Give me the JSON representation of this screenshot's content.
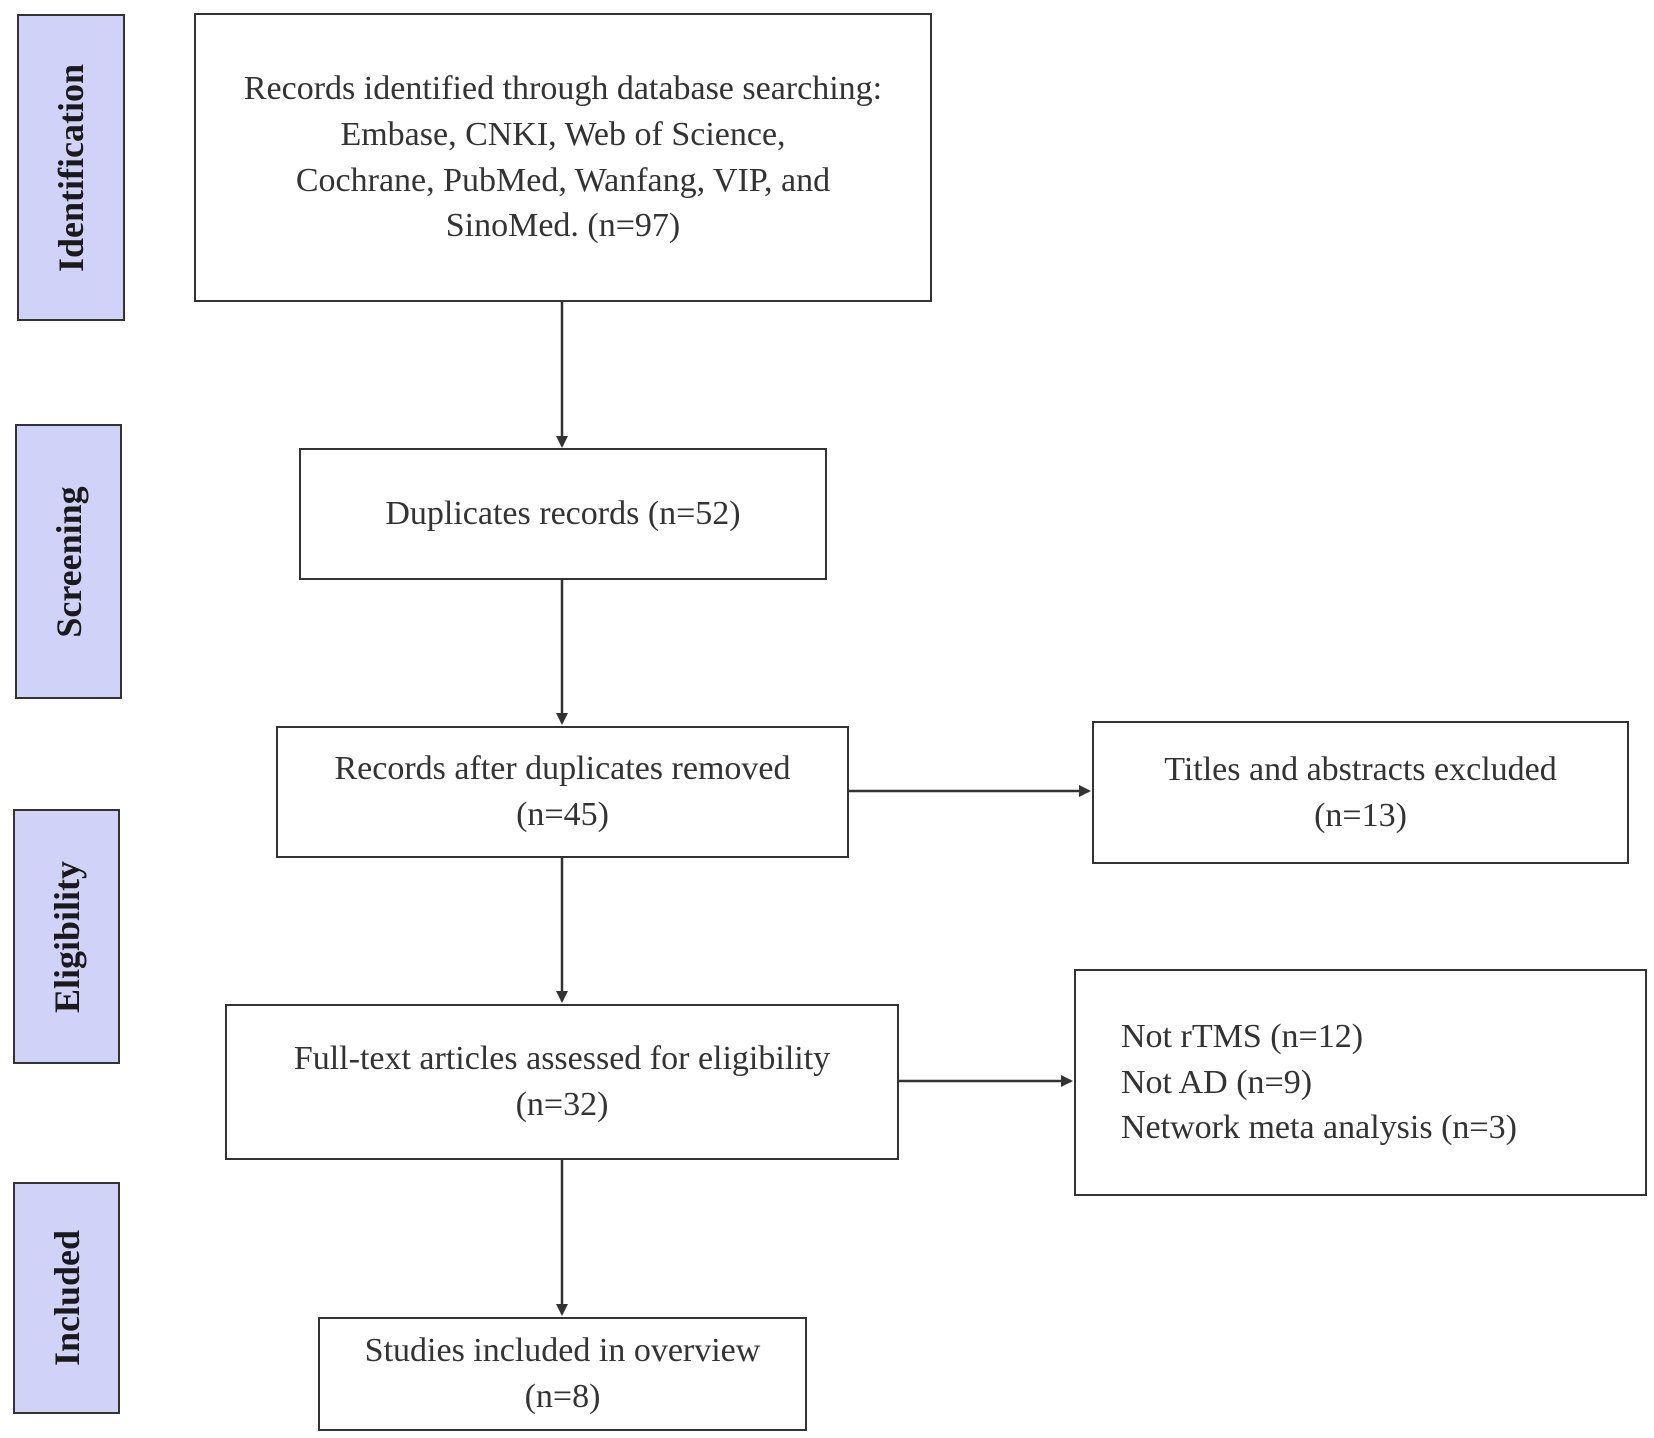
{
  "stages": {
    "identification": "Identification",
    "screening": "Screening",
    "eligibility": "Eligibility",
    "included": "Included"
  },
  "boxes": {
    "identified": {
      "lines": [
        "Records identified through database searching:",
        "Embase, CNKI, Web of Science,",
        "Cochrane, PubMed, Wanfang, VIP, and",
        "SinoMed.  (n=97)"
      ]
    },
    "duplicates": {
      "lines": [
        "Duplicates records (n=52)"
      ]
    },
    "after_duplicates": {
      "lines": [
        "Records after duplicates removed",
        "(n=45)"
      ]
    },
    "titles_excluded": {
      "lines": [
        "Titles and abstracts excluded",
        "(n=13)"
      ]
    },
    "full_text": {
      "lines": [
        "Full-text articles assessed for eligibility",
        "(n=32)"
      ]
    },
    "full_text_excluded": {
      "lines": [
        "Not rTMS (n=12)",
        "Not AD (n=9)",
        "Network meta analysis (n=3)"
      ]
    },
    "included": {
      "lines": [
        "Studies included in overview",
        "(n=8)"
      ]
    }
  },
  "colors": {
    "stage_fill": "#d0d3f7",
    "stroke": "#333333",
    "text": "#333333"
  }
}
